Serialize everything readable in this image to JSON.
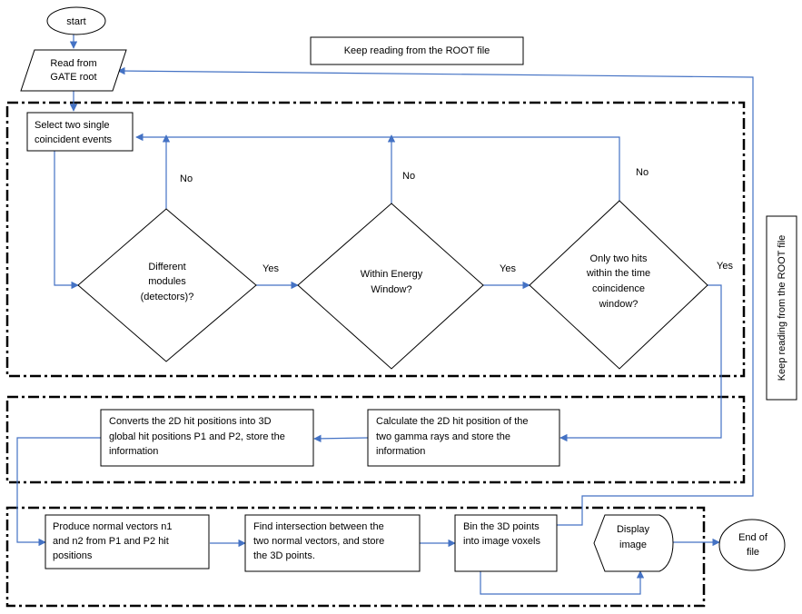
{
  "nodes": {
    "start": "start",
    "read_gate_root": [
      "Read from",
      "GATE root"
    ],
    "keep_reading_top": "Keep reading from the ROOT file",
    "select_events": [
      "Select two single",
      "coincident  events"
    ],
    "different_modules": [
      "Different",
      "modules",
      "(detectors)?"
    ],
    "energy_window": [
      "Within Energy",
      "Window?"
    ],
    "time_window": [
      "Only two hits",
      "within the time",
      "coincidence",
      "window?"
    ],
    "keep_reading_side": "Keep reading from the ROOT file",
    "calc_2d": [
      "Calculate the 2D hit position of the",
      "two gamma rays and store the",
      "information"
    ],
    "convert_3d": [
      "Converts the 2D hit positions into 3D",
      "global hit positions P1 and P2, store the",
      "information"
    ],
    "normal_vectors": [
      "Produce normal vectors n1",
      "and n2 from P1 and P2 hit",
      "positions"
    ],
    "intersection": [
      "Find intersection between the",
      "two normal vectors, and store",
      "the 3D points."
    ],
    "bin_points": [
      "Bin the 3D points",
      "into image voxels"
    ],
    "display_image": [
      "Display",
      "image"
    ],
    "end_of_file": [
      "End of",
      "file"
    ]
  },
  "edge_labels": {
    "no_1": "No",
    "no_2": "No",
    "no_3": "No",
    "yes_1": "Yes",
    "yes_2": "Yes",
    "yes_3": "Yes"
  },
  "colors": {
    "arrow": "#4472c4",
    "outline": "#000000"
  }
}
